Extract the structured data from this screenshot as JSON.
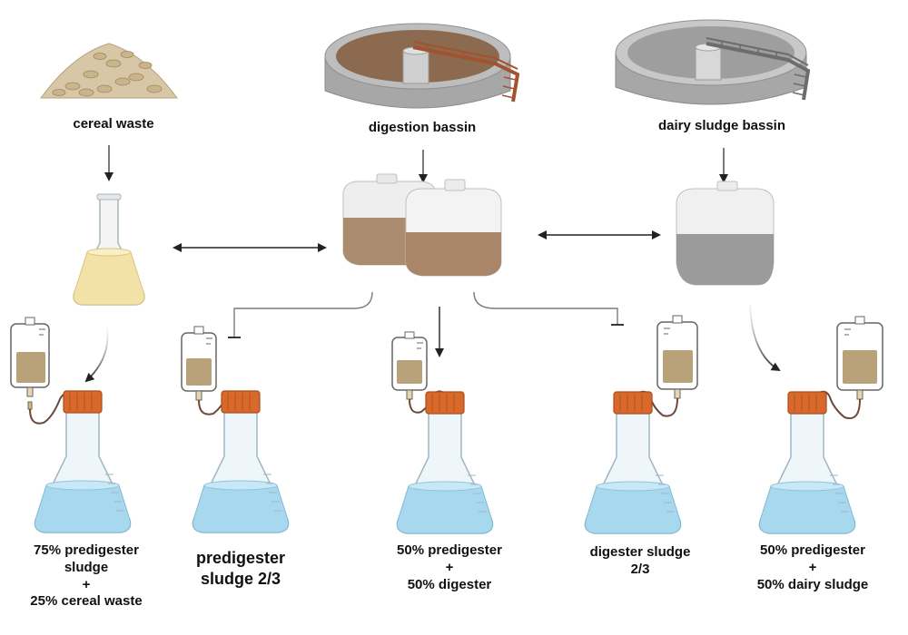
{
  "sources": {
    "cereal": "cereal waste",
    "digestion": "digestion bassin",
    "dairy": "dairy sludge bassin"
  },
  "outputs": [
    [
      "75% predigester",
      "sludge",
      "+",
      "25% cereal waste"
    ],
    [
      "predigester",
      "sludge 2/3"
    ],
    [
      "50% predigester",
      "+",
      "50% digester"
    ],
    [
      "digester sludge",
      "2/3"
    ],
    [
      "50% predigester",
      "+",
      "50% dairy sludge"
    ]
  ],
  "colors": {
    "liquid_blue": "#a8d8ee",
    "cap_orange": "#d9692a",
    "bag_fill": "#b9a27a",
    "brown_sludge": "#a07a58",
    "grey_sludge": "#8c8c8c",
    "yellow_liquid": "#f3e2a8"
  }
}
